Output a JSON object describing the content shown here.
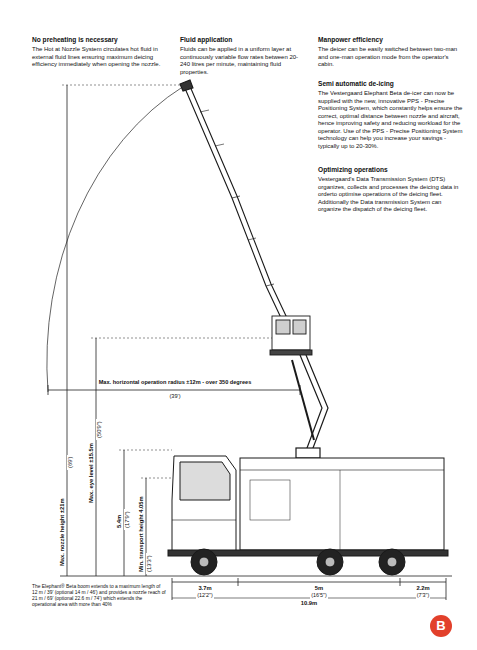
{
  "diagram": {
    "labels": [
      "No preheating is necessary",
      "The Hot at Nozzle System circulates hot fluid in external fluid lines ensuring maximum deicing efficiency immediately when opening the nozzle.",
      "Fluid application",
      "Fluids can be applied in a uniform layer at continuously variable flow rates between 20-240 litres per minute, maintaining fluid properties.",
      "Manpower efficiency",
      "The deicer can be easily switched between two-man and one-man operation mode from the operator's cabin.",
      "Semi automatic de-icing",
      "The Vestergaard Elephant Beta de-icer can now be supplied with the new, innovative PPS - Precise Positioning System, which constantly helps ensure the correct, optimal distance between nozzle and aircraft, hence improving safety and reducing workload for the operator. Use of the PPS - Precise Positioning System technology can help you increase your savings - typically up to 20-30%.",
      "Optimizing operations",
      "Vestergaard's Data Transmission System (DTS) organizes, collects and processes the deicing data in orderto optimise operations of the deicing fleet. Additionally the Data transmission System can organize the dispatch of the deicing fleet.",
      "Max. horizontal operation radius ±12m - over 350 degrees",
      "(39')",
      "Max. nozzle height ±21m",
      "(69')",
      "Max. eye level ±15.5m",
      "(50'9\")",
      "5.4m",
      "(17'9\")",
      "Min. transport height 4.05m",
      "(13'3\")",
      "The Elephant® Beta boom extends to a maximum length of 12 m / 39' (optional 14 m / 46') and provides a nozzle reach of 21 m / 69' (optional 22.6 m / 74') which extends the operational area with more than 40%",
      "3.7m",
      "(12'2\")",
      "5m",
      "(16'5\")",
      "2.2m",
      "(7'3\")",
      "10.9m",
      "B"
    ]
  }
}
